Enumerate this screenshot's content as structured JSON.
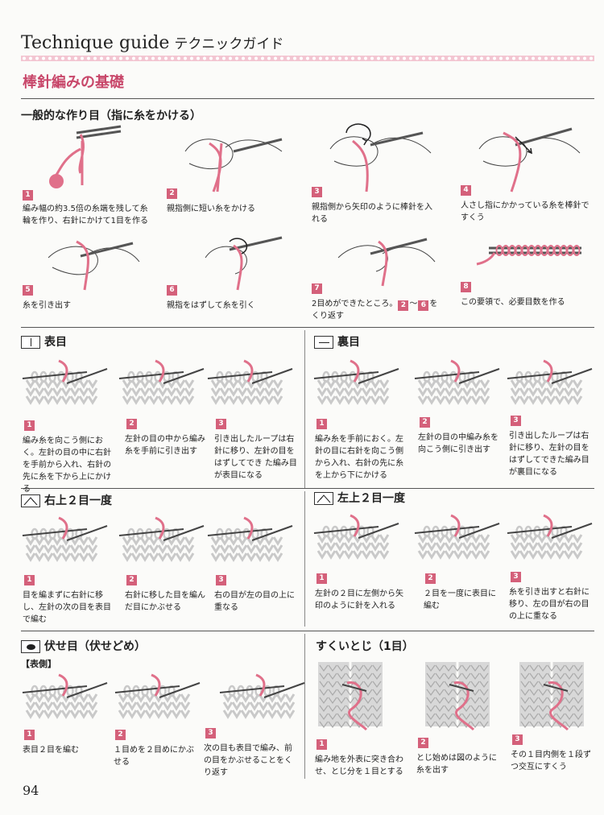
{
  "header": {
    "title_en": "Technique guide",
    "title_jp": "テクニックガイド"
  },
  "section_title": "棒針編みの基礎",
  "cast_on": {
    "title": "一般的な作り目（指に糸をかける）",
    "steps": [
      {
        "num": "1",
        "text": "編み幅の約3.5倍の糸端を残して糸輪を作り、右針にかけて1目を作る"
      },
      {
        "num": "2",
        "text": "親指側に短い糸をかける"
      },
      {
        "num": "3",
        "text": "親指側から矢印のように棒針を入れる"
      },
      {
        "num": "4",
        "text": "人さし指にかかっている糸を棒針ですくう"
      },
      {
        "num": "5",
        "text": "糸を引き出す"
      },
      {
        "num": "6",
        "text": "親指をはずして糸を引く"
      },
      {
        "num": "7",
        "text_a": "2目めができたところ。",
        "badge_a": "2",
        "sep": "〜",
        "badge_b": "6",
        "text_b": "をくり返す"
      },
      {
        "num": "8",
        "text": "この要領で、必要目数を作る"
      }
    ]
  },
  "knit": {
    "title": "表目",
    "steps": [
      {
        "num": "1",
        "text": "編み糸を向こう側におく。左針の目の中に右針を手前から入れ、右針の先に糸を下から上にかける"
      },
      {
        "num": "2",
        "text": "左針の目の中から編み糸を手前に引き出す"
      },
      {
        "num": "3",
        "text": "引き出したループは右針に移り、左針の目をはずしてでき た編み目が表目になる"
      }
    ]
  },
  "purl": {
    "title": "裏目",
    "steps": [
      {
        "num": "1",
        "text": "編み糸を手前におく。左針の目に右針を向こう側から入れ、右針の先に糸を上から下にかける"
      },
      {
        "num": "2",
        "text": "左針の目の中編み糸を向こう側に引き出す"
      },
      {
        "num": "3",
        "text": "引き出したループは右針に移り、左針の目をはずしてできた編み目が裏目になる"
      }
    ]
  },
  "k2tog_right": {
    "title": "右上２目一度",
    "steps": [
      {
        "num": "1",
        "text": "目を編まずに右針に移し、左針の次の目を表目で編む"
      },
      {
        "num": "2",
        "text": "右針に移した目を編んだ目にかぶせる"
      },
      {
        "num": "3",
        "text": "右の目が左の目の上に重なる"
      }
    ]
  },
  "k2tog_left": {
    "title": "左上２目一度",
    "steps": [
      {
        "num": "1",
        "text": "左針の２目に左側から矢印のように針を入れる"
      },
      {
        "num": "2",
        "text": "２目を一度に表目に編む"
      },
      {
        "num": "3",
        "text": "糸を引き出すと右針に移り、左の目が右の目の上に重なる"
      }
    ]
  },
  "bind_off": {
    "title": "伏せ目（伏せどめ）",
    "subtitle": "【表側】",
    "steps": [
      {
        "num": "1",
        "text": "表目２目を編む"
      },
      {
        "num": "2",
        "text": "１目めを２目めにかぶせる"
      },
      {
        "num": "3",
        "text": "次の目も表目で編み、前の目をかぶせることをくり返す"
      }
    ]
  },
  "mattress": {
    "title": "すくいとじ（1目）",
    "steps": [
      {
        "num": "1",
        "text": "編み地を外表に突き合わせ、とじ分を１目とする"
      },
      {
        "num": "2",
        "text": "とじ始めは図のように糸を出す"
      },
      {
        "num": "3",
        "text": "その１目内側を１段ずつ交互にすくう"
      }
    ]
  },
  "page_number": "94",
  "colors": {
    "accent": "#d4607a",
    "yarn_pink": "#e0708a",
    "fabric": "#c9c9c9",
    "line": "#444444"
  }
}
